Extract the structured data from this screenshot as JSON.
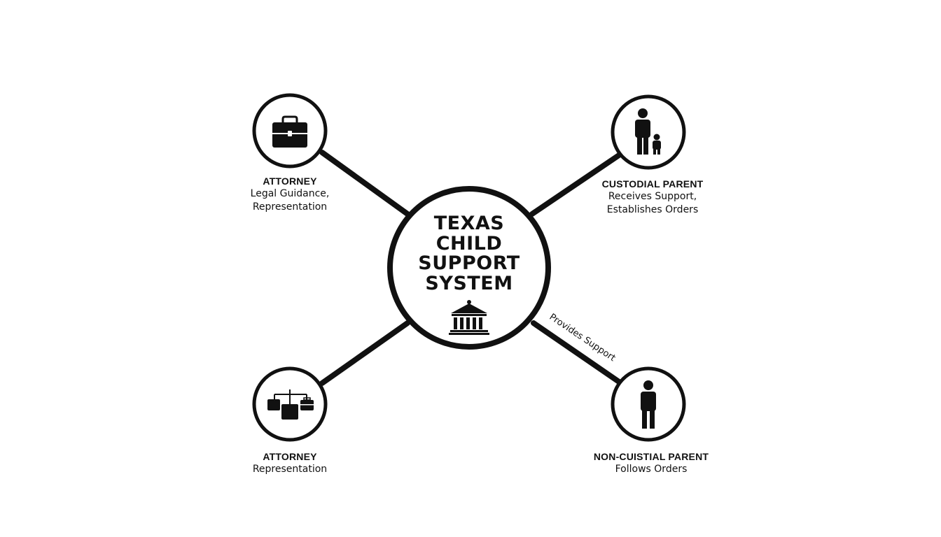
{
  "center": {
    "title_lines": [
      "TEXAS",
      "CHILD",
      "SUPPORT",
      "SYSTEM"
    ],
    "icon": "courthouse-icon"
  },
  "nodes": {
    "attorney_top": {
      "title": "ATTORNEY",
      "lines": [
        "Legal Guidance,",
        "Representation"
      ],
      "icon": "briefcase-icon"
    },
    "custodial_parent": {
      "title": "CUSTODIAL PARENT",
      "lines": [
        "Receives Support,",
        "Establishes Orders"
      ],
      "icon": "parent-child-icon"
    },
    "attorney_bottom": {
      "title": "ATTORNEY",
      "lines": [
        "Representation"
      ],
      "icon": "org-chart-icon"
    },
    "non_custodial_parent": {
      "title": "NON-CUISTIAL PARENT",
      "lines": [
        "Follows Orders"
      ],
      "icon": "person-icon"
    }
  },
  "edges": {
    "non_custodial_label": "Provides Support"
  },
  "colors": {
    "stroke": "#111111",
    "background": "#ffffff"
  }
}
